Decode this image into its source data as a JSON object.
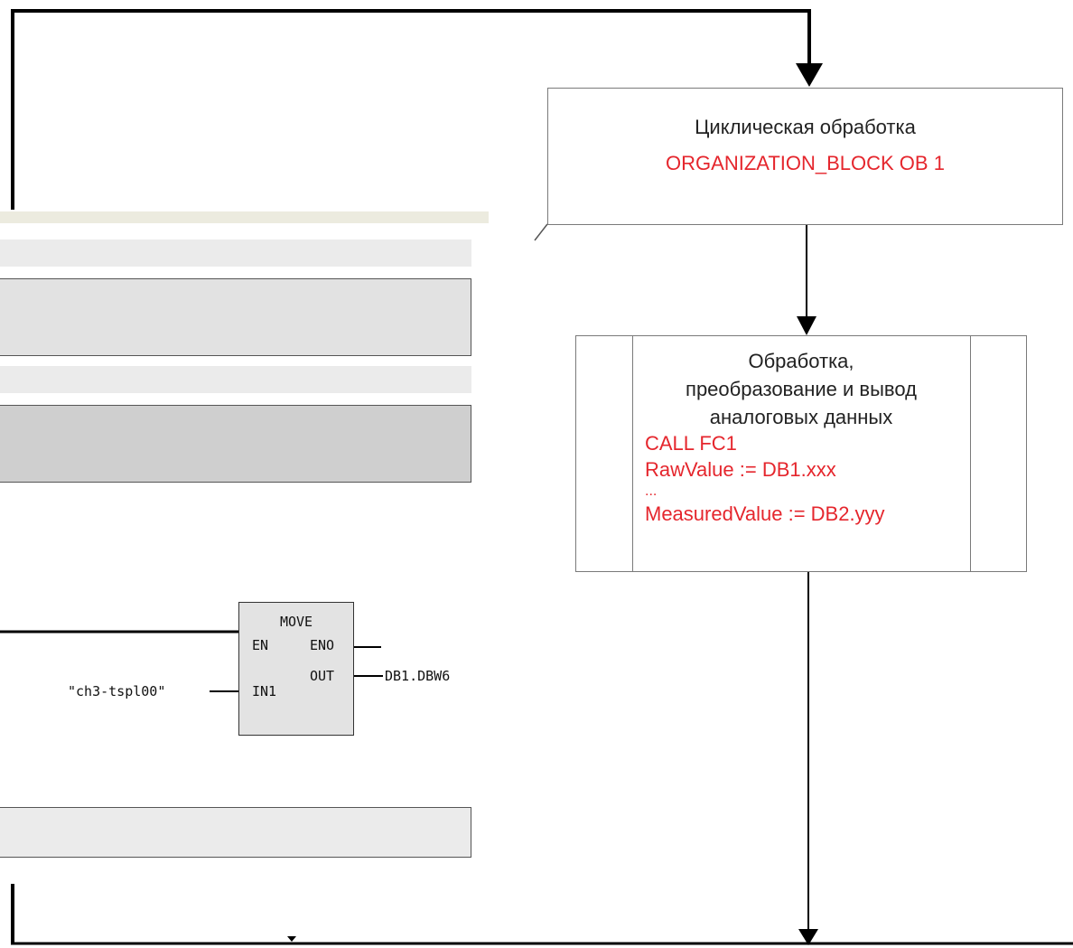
{
  "ob1": {
    "title": "Циклическая обработка",
    "code": "ORGANIZATION_BLOCK OB 1"
  },
  "fc1": {
    "text_lines": [
      "Обработка,",
      "преобразование и вывод",
      "аналоговых данных"
    ],
    "code_lines": [
      "CALL FC1",
      "RawValue := DB1.xxx",
      "...",
      "MeasuredValue := DB2.yyy"
    ]
  },
  "move_block": {
    "title": "MOVE",
    "pin_en": "EN",
    "pin_eno": "ENO",
    "pin_out": "OUT",
    "pin_in1": "IN1",
    "input_operand": "\"ch3-tspl00\"",
    "output_operand": "DB1.DBW6"
  },
  "colors": {
    "code_red": "#e5262d",
    "panel_light": "#ebebeb",
    "panel_mid": "#e2e2e2",
    "panel_dark": "#cfcfcf",
    "block_fill": "#e3e3e3"
  }
}
